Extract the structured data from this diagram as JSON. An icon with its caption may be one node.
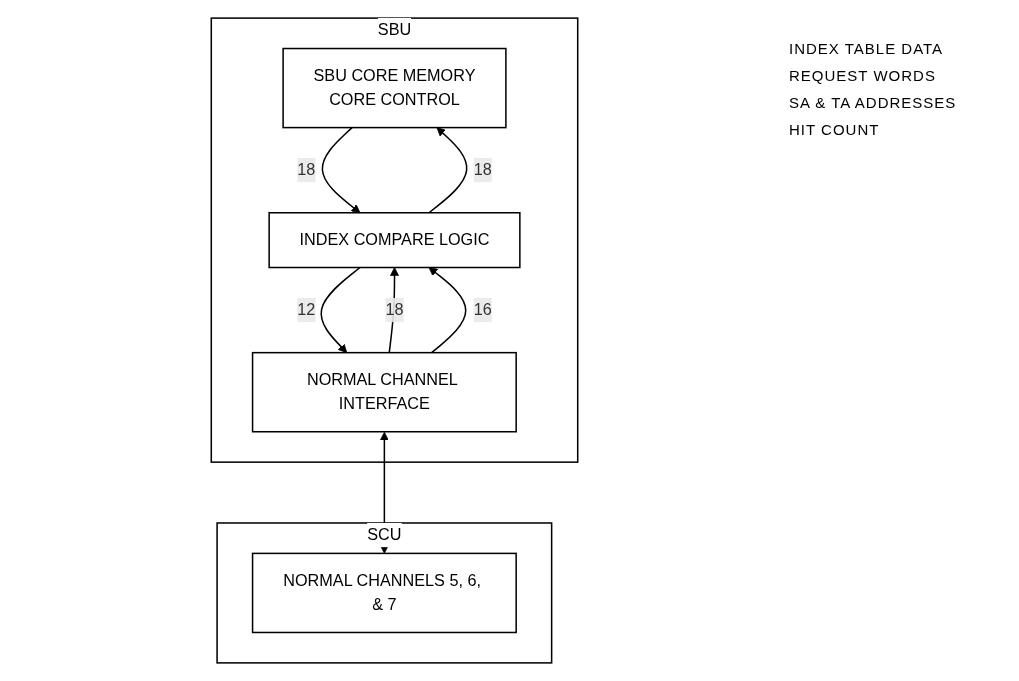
{
  "diagram": {
    "nodes": [
      {
        "text": [
          "SBU"
        ]
      },
      {
        "text": [
          "SBU CORE MEMORY",
          "CORE CONTROL"
        ],
        "in": 0
      },
      {
        "text": [
          "INDEX COMPARE LOGIC"
        ],
        "in": 0
      },
      {
        "text": [
          "NORMAL CHANNEL INTERFACE"
        ],
        "in": 0
      },
      {
        "text": [
          "SCU"
        ]
      },
      {
        "text": [
          "NORMAL CHANNELS 5, 6, & 7"
        ],
        "in": 4
      }
    ],
    "edges": [
      {
        "from": 2,
        "to": 1,
        "arrow": "to",
        "label": "18"
      },
      {
        "from": 1,
        "to": 2,
        "arrow": "to",
        "label": "18"
      },
      {
        "from": 3,
        "to": 2,
        "arrow": "to",
        "label": "18"
      },
      {
        "from": 3,
        "to": 2,
        "arrow": "to",
        "label": "16"
      },
      {
        "from": 2,
        "to": 3,
        "arrow": "to",
        "label": "12"
      },
      {
        "from": 3,
        "to": 5,
        "arrow": "both"
      }
    ],
    "labels": [
      "INDEX TABLE DATA",
      "REQUEST WORDS",
      "SA & TA ADDRESSES",
      "HIT COUNT"
    ]
  }
}
